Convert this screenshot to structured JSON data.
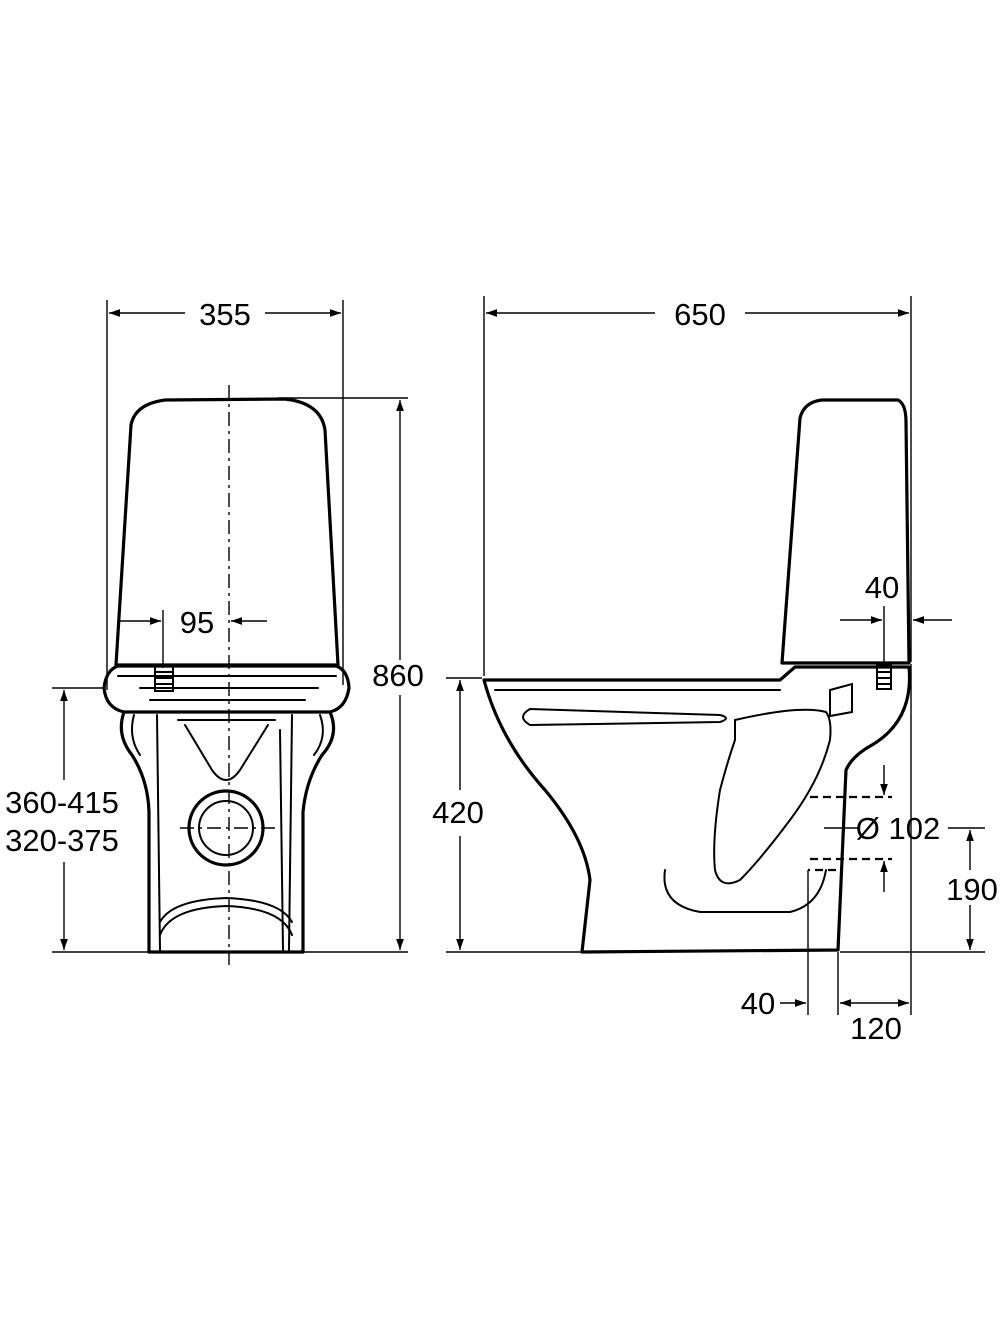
{
  "front_view": {
    "width_label": "355",
    "inlet_offset_label": "95",
    "seat_height_label_a": "360-415",
    "seat_height_label_b": "320-375",
    "total_height_label": "860"
  },
  "side_view": {
    "depth_label": "650",
    "inlet_back_label": "40",
    "seat_height_label": "420",
    "outlet_diameter_label": "Ø 102",
    "outlet_height_label": "190",
    "outlet_wall_label": "40",
    "wall_distance_label": "120"
  },
  "colors": {
    "line": "#000000",
    "background": "#ffffff"
  }
}
